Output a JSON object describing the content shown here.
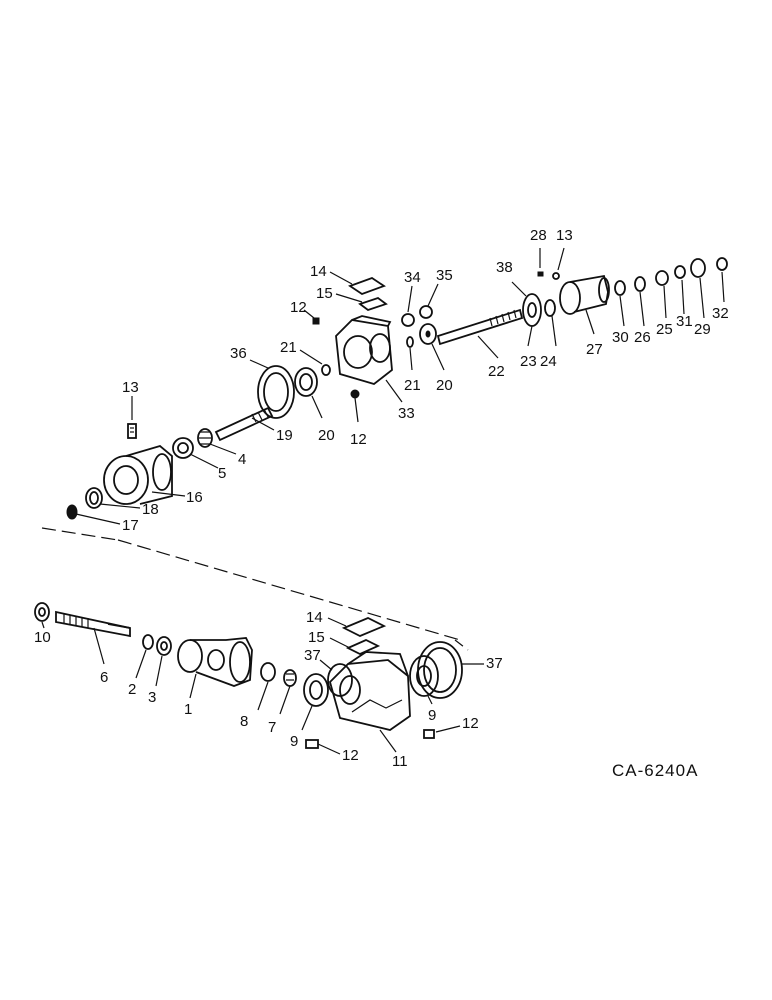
{
  "drawing_code": "CA-6240A",
  "callouts": {
    "c13_top": "13",
    "c36": "36",
    "c21a": "21",
    "c12a": "12",
    "c14a": "14",
    "c15a": "15",
    "c34": "34",
    "c35": "35",
    "c38": "38",
    "c28": "28",
    "c13b": "13",
    "c4": "4",
    "c5": "5",
    "c16": "16",
    "c18": "18",
    "c17": "17",
    "c19": "19",
    "c20a": "20",
    "c12b": "12",
    "c33": "33",
    "c21b": "21",
    "c20b": "20",
    "c22": "22",
    "c23": "23",
    "c24": "24",
    "c27": "27",
    "c30": "30",
    "c26": "26",
    "c25": "25",
    "c31": "31",
    "c29": "29",
    "c32": "32",
    "c10": "10",
    "c6": "6",
    "c2": "2",
    "c3": "3",
    "c1": "1",
    "c8": "8",
    "c7": "7",
    "c9a": "9",
    "c14b": "14",
    "c15b": "15",
    "c37a": "37",
    "c37b": "37",
    "c9b": "9",
    "c12c": "12",
    "c12d": "12",
    "c11": "11"
  }
}
